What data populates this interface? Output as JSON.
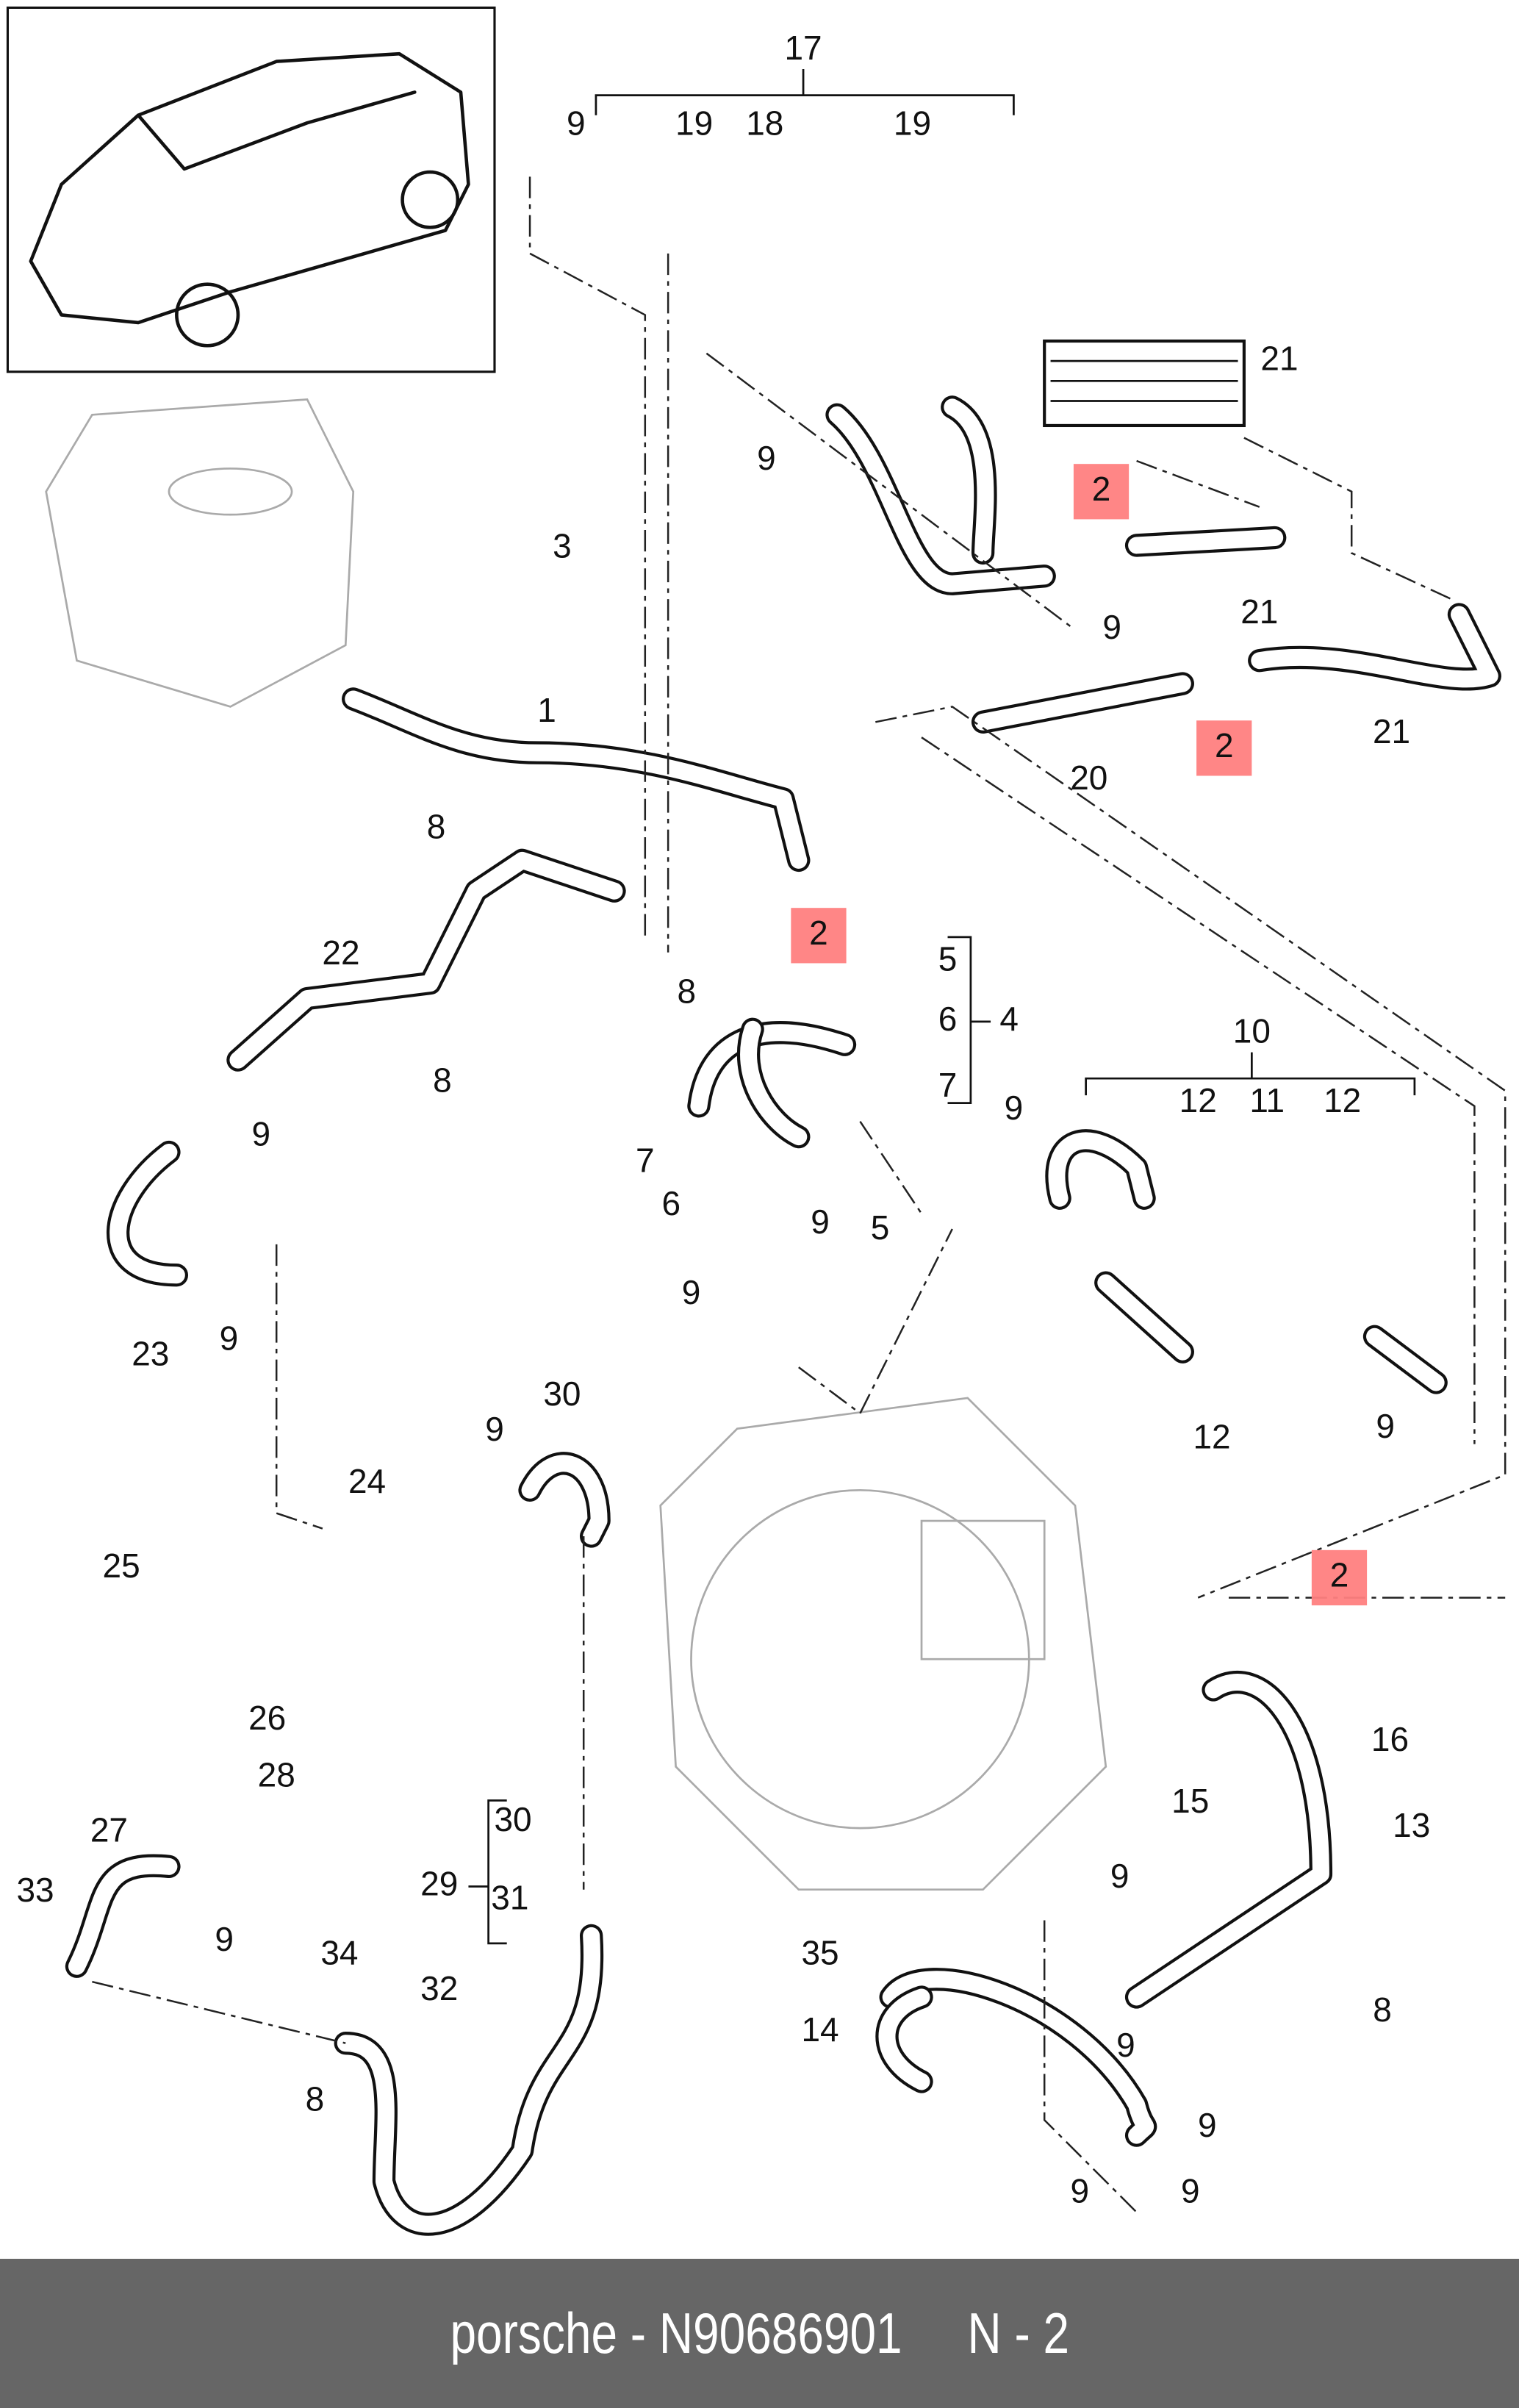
{
  "diagram": {
    "highlight_color": "#ff8080",
    "callouts": [
      {
        "text": "17"
      },
      {
        "text": "9"
      },
      {
        "text": "19"
      },
      {
        "text": "18"
      },
      {
        "text": "19"
      },
      {
        "text": "21"
      },
      {
        "text": "9"
      },
      {
        "text": "2",
        "highlighted": true
      },
      {
        "text": "3"
      },
      {
        "text": "9"
      },
      {
        "text": "21"
      },
      {
        "text": "2",
        "highlighted": true
      },
      {
        "text": "21"
      },
      {
        "text": "20"
      },
      {
        "text": "1"
      },
      {
        "text": "8"
      },
      {
        "text": "2",
        "highlighted": true
      },
      {
        "text": "5"
      },
      {
        "text": "8"
      },
      {
        "text": "6"
      },
      {
        "text": "4"
      },
      {
        "text": "7"
      },
      {
        "text": "22"
      },
      {
        "text": "8"
      },
      {
        "text": "10"
      },
      {
        "text": "9"
      },
      {
        "text": "12"
      },
      {
        "text": "11"
      },
      {
        "text": "12"
      },
      {
        "text": "9"
      },
      {
        "text": "7"
      },
      {
        "text": "6"
      },
      {
        "text": "9"
      },
      {
        "text": "5"
      },
      {
        "text": "9"
      },
      {
        "text": "23"
      },
      {
        "text": "9"
      },
      {
        "text": "12"
      },
      {
        "text": "9"
      },
      {
        "text": "30"
      },
      {
        "text": "9"
      },
      {
        "text": "24"
      },
      {
        "text": "2",
        "highlighted": true
      },
      {
        "text": "25"
      },
      {
        "text": "26"
      },
      {
        "text": "16"
      },
      {
        "text": "15"
      },
      {
        "text": "13"
      },
      {
        "text": "28"
      },
      {
        "text": "27"
      },
      {
        "text": "30"
      },
      {
        "text": "33"
      },
      {
        "text": "29"
      },
      {
        "text": "31"
      },
      {
        "text": "34"
      },
      {
        "text": "9"
      },
      {
        "text": "35"
      },
      {
        "text": "9"
      },
      {
        "text": "32"
      },
      {
        "text": "8"
      },
      {
        "text": "14"
      },
      {
        "text": "9"
      },
      {
        "text": "8"
      },
      {
        "text": "9"
      },
      {
        "text": "9"
      },
      {
        "text": "9"
      }
    ]
  },
  "footer": {
    "brand": "porsche",
    "part_number": "N90686901",
    "page": "N - 2",
    "text": "porsche - N90686901     N - 2"
  }
}
